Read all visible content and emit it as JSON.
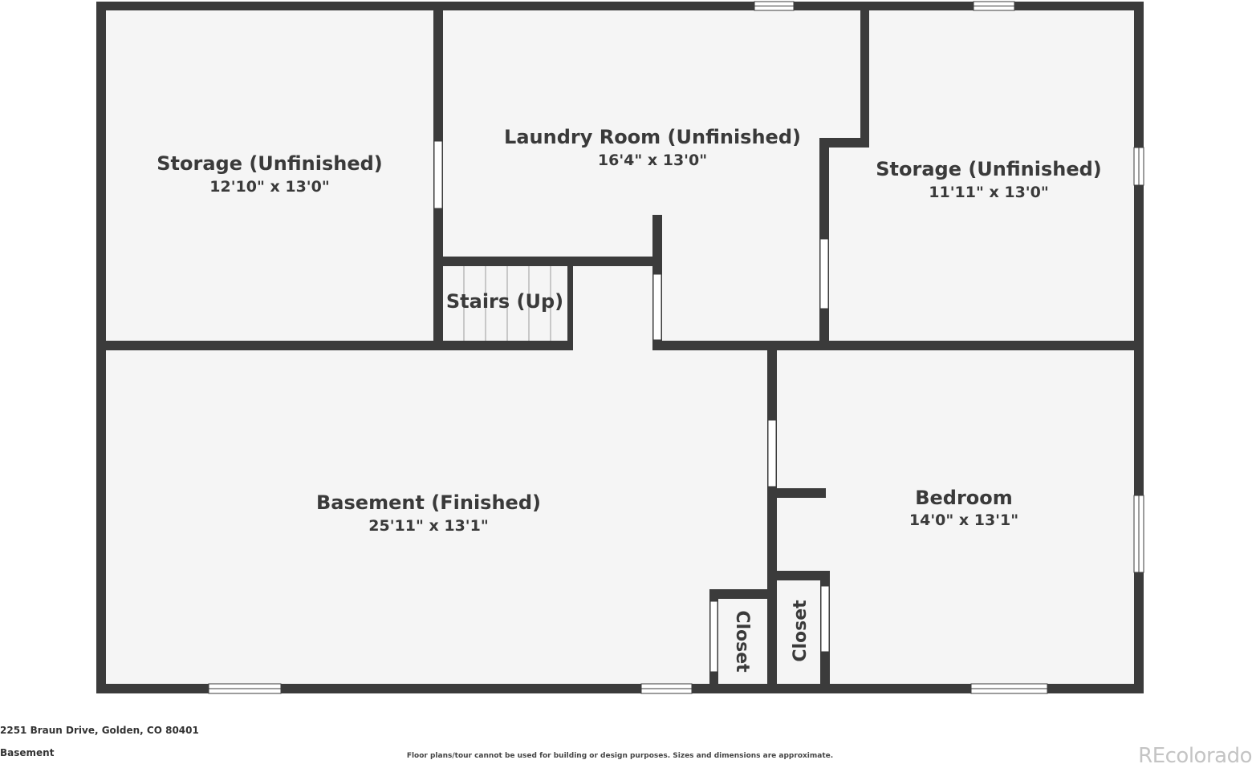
{
  "rooms": {
    "storage_left": {
      "name": "Storage (Unfinished)",
      "dims": "12'10\" x 13'0\""
    },
    "laundry": {
      "name": "Laundry Room (Unfinished)",
      "dims": "16'4\" x 13'0\""
    },
    "storage_right": {
      "name": "Storage (Unfinished)",
      "dims": "11'11\" x 13'0\""
    },
    "stairs": {
      "name": "Stairs (Up)"
    },
    "basement": {
      "name": "Basement (Finished)",
      "dims": "25'11\" x 13'1\""
    },
    "bedroom": {
      "name": "Bedroom",
      "dims": "14'0\" x 13'1\""
    },
    "closet_left": {
      "name": "Closet"
    },
    "closet_right": {
      "name": "Closet"
    }
  },
  "footer": {
    "address": "2251 Braun Drive, Golden, CO 80401",
    "level": "Basement",
    "disclaimer": "Floor plans/tour cannot be used for building or design purposes. Sizes and dimensions are approximate.",
    "watermark": "REcolorado"
  },
  "colors": {
    "wall": "#3b3b3b",
    "floor": "#f5f5f5",
    "opening": "#ffffff"
  }
}
